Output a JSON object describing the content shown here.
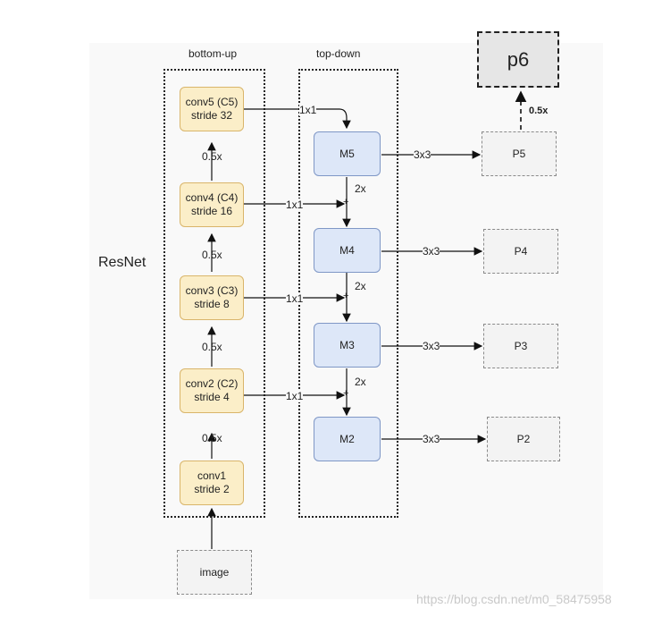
{
  "groups": {
    "bottom_up": "bottom-up",
    "top_down": "top-down"
  },
  "side_label": "ResNet",
  "backbone": [
    {
      "line1": "conv5 (C5)",
      "line2": "stride 32"
    },
    {
      "line1": "conv4 (C4)",
      "line2": "stride 16"
    },
    {
      "line1": "conv3 (C3)",
      "line2": "stride 8"
    },
    {
      "line1": "conv2 (C2)",
      "line2": "stride 4"
    },
    {
      "line1": "conv1",
      "line2": "stride 2"
    }
  ],
  "backbone_scale": "0.5x",
  "merge": [
    "M5",
    "M4",
    "M3",
    "M2"
  ],
  "lateral": "1x1",
  "upsample": "2x",
  "add_symbol": "+",
  "smooth": "3x3",
  "outputs": [
    "P5",
    "P4",
    "P3",
    "P2"
  ],
  "extra": {
    "label": "p6",
    "scale": "0.5x"
  },
  "input": "image",
  "watermark": "https://blog.csdn.net/m0_58475958"
}
